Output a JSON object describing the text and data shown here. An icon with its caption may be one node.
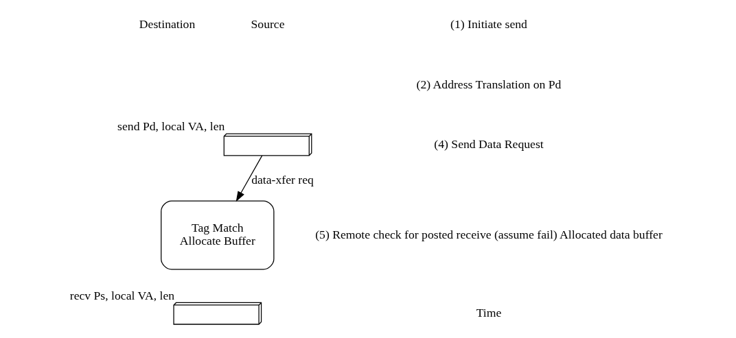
{
  "diagram": {
    "nodes": [
      {
        "text": [],
        "shape": "stack",
        "beside": [
          "send Pd, local VA, len"
        ]
      },
      {
        "text": [
          "Tag Match",
          "Allocate Buffer"
        ]
      },
      {
        "text": [],
        "shape": "stack",
        "beside": [
          "recv Ps, local VA, len"
        ]
      }
    ],
    "edges": [
      {
        "from": 0,
        "to": 1,
        "arrow": "to",
        "label": "data-xfer req"
      }
    ],
    "labels": [
      "Source",
      "Destination",
      "(1) Initiate send",
      "(2) Address Translation on Pd",
      "(4) Send Data Request",
      "(5) Remote check for posted receive (assume fail) Allocated data buffer",
      "Time"
    ]
  }
}
